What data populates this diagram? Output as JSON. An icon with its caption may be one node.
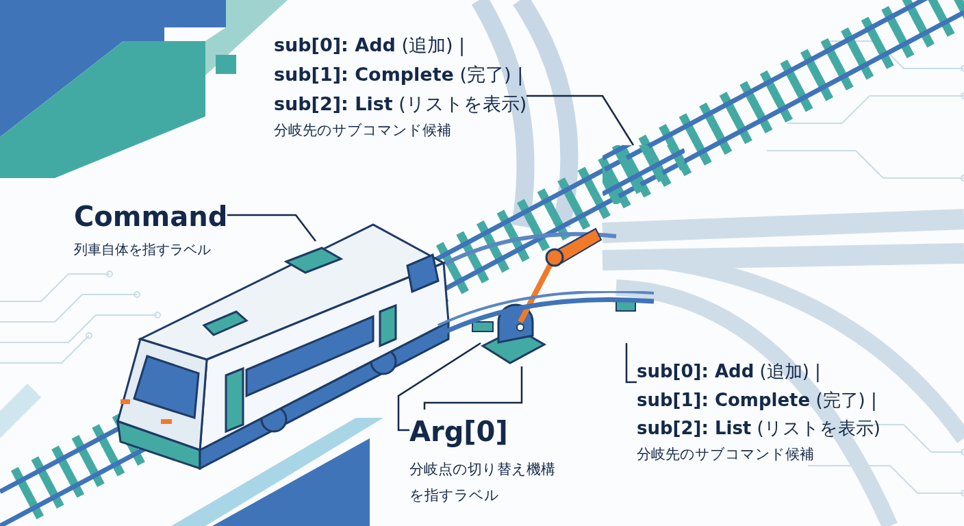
{
  "diagram": {
    "nodes": [
      {
        "text": [
          "Command",
          "列車自体を指すラベル"
        ]
      },
      {
        "text": [],
        "shape": "picture"
      },
      {
        "text": [
          "**sub[0]: Add** (追加) |",
          "**sub[1]: Complete** (完了) |",
          "**sub[2]: List** (リストを表示)",
          "分岐先のサブコマンド候補"
        ]
      },
      {
        "text": [],
        "shape": "picture"
      },
      {
        "text": [
          "Arg[0]",
          "分岐点の切り替え機構を指すラベル"
        ]
      },
      {
        "text": [],
        "shape": "picture"
      },
      {
        "text": [
          "**sub[0]: Add** (追加) |",
          "**sub[1]: Complete** (完了) |",
          "**sub[2]: List** (リストを表示)",
          "分岐先のサブコマンド候補"
        ]
      },
      {
        "text": [],
        "shape": "picture"
      }
    ],
    "edges": [
      {
        "from": 0,
        "to": 1,
        "arrow": "none"
      },
      {
        "from": 2,
        "to": 3,
        "arrow": "none"
      },
      {
        "from": 4,
        "to": 5,
        "arrow": "none"
      },
      {
        "from": 4,
        "to": 7,
        "arrow": "none"
      },
      {
        "from": 6,
        "to": 7,
        "arrow": "none"
      }
    ]
  }
}
